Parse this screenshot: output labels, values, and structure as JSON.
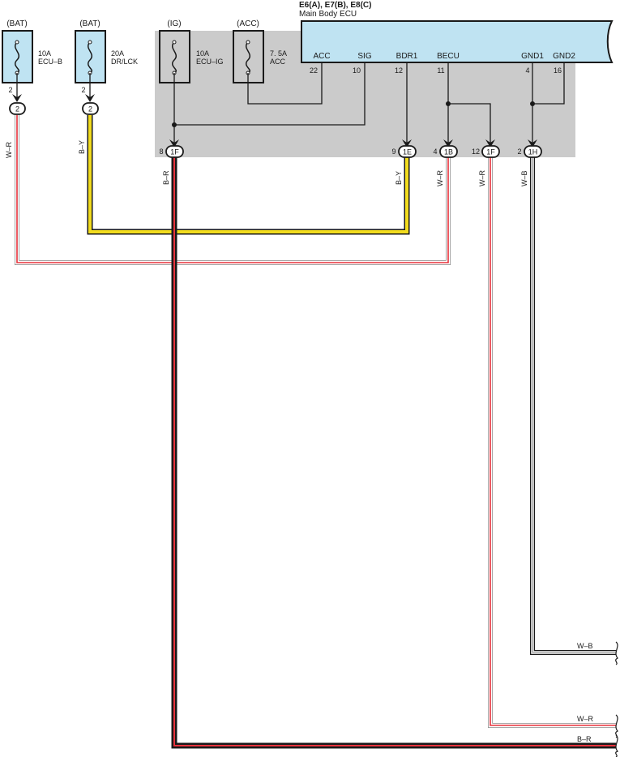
{
  "ecu": {
    "connectors": "E6(A), E7(B), E8(C)",
    "name": "Main Body ECU",
    "pins": [
      {
        "label": "ACC",
        "number": "22"
      },
      {
        "label": "SIG",
        "number": "10"
      },
      {
        "label": "BDR1",
        "number": "12"
      },
      {
        "label": "BECU",
        "number": "11"
      },
      {
        "label": "GND1",
        "number": "4"
      },
      {
        "label": "GND2",
        "number": "16"
      }
    ]
  },
  "fuses": [
    {
      "source": "(BAT)",
      "rating": "10A",
      "name": "ECU–B",
      "pin": "2",
      "connector": "2"
    },
    {
      "source": "(BAT)",
      "rating": "20A",
      "name": "DR/LCK",
      "pin": "2",
      "connector": "2"
    },
    {
      "source": "(IG)",
      "rating": "10A",
      "name": "ECU–IG"
    },
    {
      "source": "(ACC)",
      "rating": "7. 5A",
      "name": "ACC"
    }
  ],
  "junction_connectors": [
    {
      "pin": "8",
      "id": "1F"
    },
    {
      "pin": "9",
      "id": "1E"
    },
    {
      "pin": "4",
      "id": "1B"
    },
    {
      "pin": "12",
      "id": "1F"
    },
    {
      "pin": "2",
      "id": "1H"
    }
  ],
  "wire_labels": {
    "w_r": "W–R",
    "b_y": "B–Y",
    "b_r": "B–R",
    "w_b": "W–B"
  },
  "colors": {
    "ecu_fill": "#bfe3f2",
    "junction_bg": "#cbcbcb",
    "wire_red": "#e8323c",
    "wire_yellow": "#f2dc1e",
    "wire_black": "#1a1a1a",
    "wire_white": "#ffffff"
  }
}
